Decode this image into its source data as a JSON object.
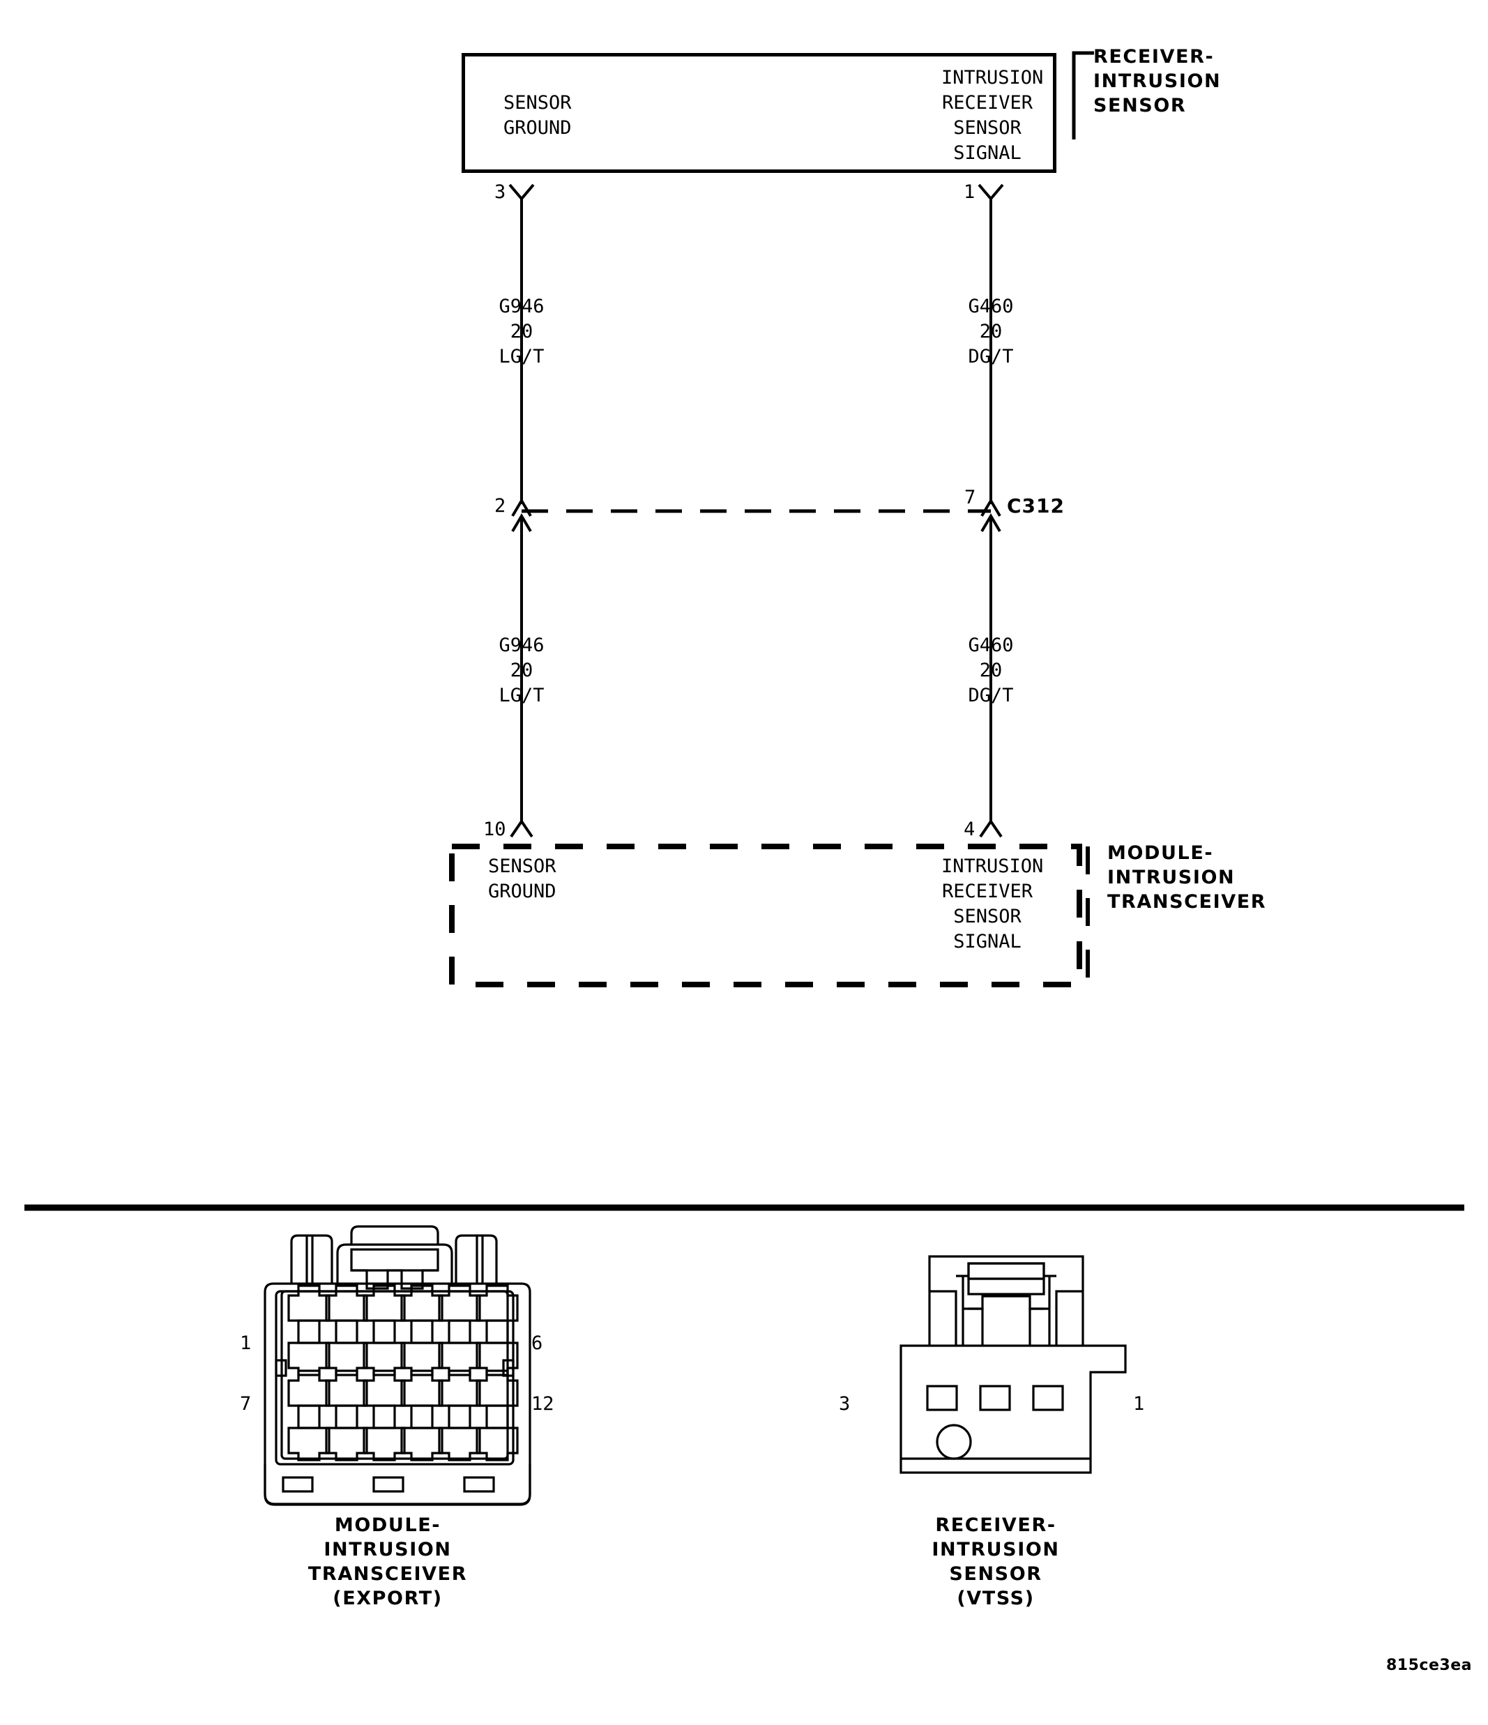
{
  "diagram": {
    "title_code": "815ce3ea",
    "top_component": {
      "name": "RECEIVER-\nINTRUSION\nSENSOR",
      "left_terminal_label": "SENSOR\nGROUND",
      "right_terminal_label": "INTRUSION\nRECEIVER\nSENSOR\nSIGNAL",
      "left_pin": "3",
      "right_pin": "1"
    },
    "upper_wires": {
      "left": {
        "circuit": "G946",
        "gauge": "20",
        "color": "LG/T"
      },
      "right": {
        "circuit": "G460",
        "gauge": "20",
        "color": "DG/T"
      }
    },
    "inline_connector": {
      "id": "C312",
      "left_pin": "2",
      "right_pin": "7"
    },
    "lower_wires": {
      "left": {
        "circuit": "G946",
        "gauge": "20",
        "color": "LG/T"
      },
      "right": {
        "circuit": "G460",
        "gauge": "20",
        "color": "DG/T"
      }
    },
    "bottom_component": {
      "name": "MODULE-\nINTRUSION\nTRANSCEIVER",
      "left_terminal_label": "SENSOR\nGROUND",
      "right_terminal_label": "INTRUSION\nRECEIVER\nSENSOR\nSIGNAL",
      "left_pin": "10",
      "right_pin": "4"
    },
    "connector_views": [
      {
        "caption": "MODULE-\nINTRUSION\nTRANSCEIVER\n(EXPORT)",
        "pin_top_left": "1",
        "pin_top_right": "6",
        "pin_bottom_left": "7",
        "pin_bottom_right": "12",
        "cavity_columns": 6,
        "cavity_rows": 2
      },
      {
        "caption": "RECEIVER-\nINTRUSION\nSENSOR\n(VTSS)",
        "pin_left": "3",
        "pin_right": "1",
        "cavity_columns": 3,
        "cavity_rows": 1
      }
    ],
    "colors": {
      "ink": "#000000",
      "paper": "#ffffff"
    }
  }
}
